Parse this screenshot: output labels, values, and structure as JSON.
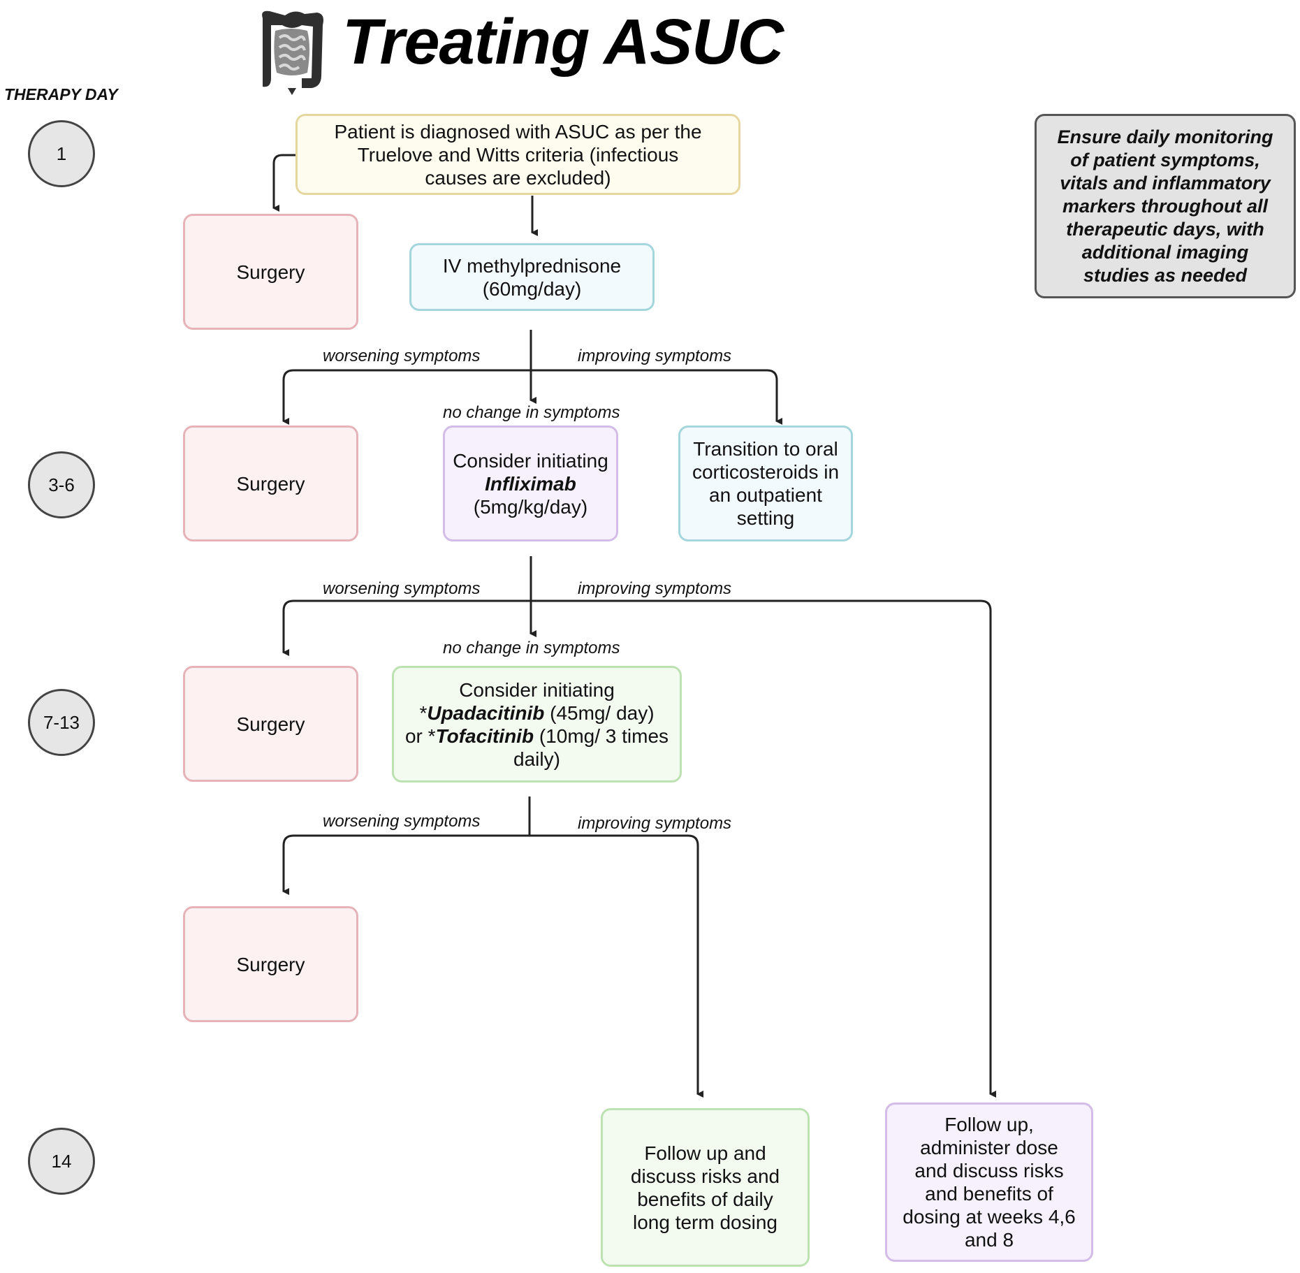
{
  "title": "Treating ASUC",
  "therapy_day_label": "THERAPY DAY",
  "days": [
    "1",
    "3-6",
    "7-13",
    "14"
  ],
  "monitoring_note": "Ensure daily monitoring of patient symptoms, vitals and inflammatory markers throughout all therapeutic days, with additional imaging studies as needed",
  "nodes": {
    "diagnosis": "Patient is diagnosed with ASUC as per the Truelove and Witts criteria (infectious causes are excluded)",
    "surgery_label": "Surgery",
    "iv_steroid": "IV methylprednisone (60mg/day)",
    "infliximab_pre": "Consider initiating",
    "infliximab_drug": "Infliximab",
    "infliximab_dose": "(5mg/kg/day)",
    "oral_steroid": "Transition to oral corticosteroids in an outpatient setting",
    "jak_pre": "Consider initiating",
    "jak_star1": "*",
    "jak_drug1": "Upadacitinib",
    "jak_dose1": "(45mg/ day)",
    "jak_or": "or",
    "jak_star2": "*",
    "jak_drug2": "Tofacitinib",
    "jak_dose2": "(10mg/ 3 times daily)",
    "follow_daily": "Follow up and discuss risks and benefits of daily long term dosing",
    "follow_weeks": "Follow up, administer dose and discuss risks and benefits of dosing at weeks 4,6 and 8"
  },
  "edge_labels": {
    "worsening": "worsening symptoms",
    "improving": "improving symptoms",
    "no_change": "no change in symptoms"
  },
  "colors": {
    "yellow": "#fdfcef",
    "red": "#fdf1f1",
    "blue": "#f3fafd",
    "purple": "#f6f1fd",
    "green": "#f3fbf1",
    "grey": "#e3e3e3"
  }
}
